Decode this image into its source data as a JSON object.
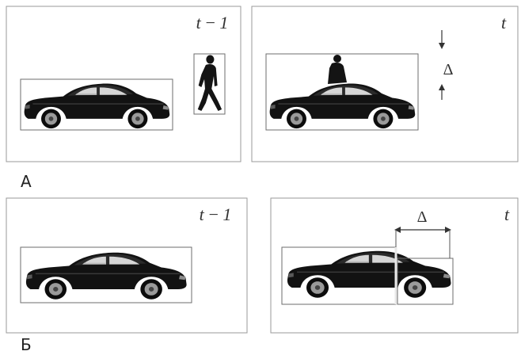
{
  "panels": {
    "a_left": {
      "time_label": "t − 1"
    },
    "a_right": {
      "time_label": "t",
      "delta_label": "Δ"
    },
    "b_left": {
      "time_label": "t − 1"
    },
    "b_right": {
      "time_label": "t",
      "delta_label": "Δ"
    }
  },
  "section_labels": {
    "a": "А",
    "b": "Б"
  }
}
